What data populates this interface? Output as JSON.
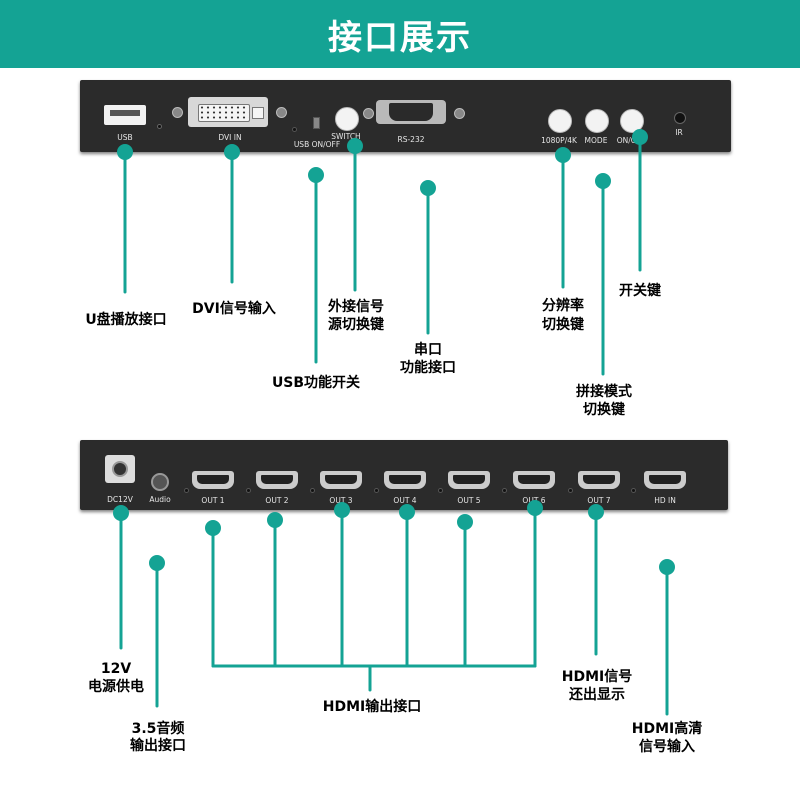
{
  "header": {
    "title": "接口展示"
  },
  "panel_top": {
    "usb": "USB",
    "dvi_in": "DVI IN",
    "usb_onoff": "USB ON/OFF",
    "switch": "SWITCH",
    "rs232": "RS-232",
    "res": "1080P/4K",
    "mode": "MODE",
    "onoff": "ON/OFF",
    "ir": "IR"
  },
  "panel_bottom": {
    "dc": "DC12V",
    "audio": "Audio",
    "outs": [
      "OUT 1",
      "OUT 2",
      "OUT 3",
      "OUT 4",
      "OUT 5",
      "OUT 6",
      "OUT 7"
    ],
    "hd_in": "HD IN"
  },
  "labels": {
    "usb_play_1": "U盘播放接口",
    "dvi_1": "DVI信号输入",
    "src_1": "外接信号",
    "src_2": "源切换键",
    "usb_func_1": "USB功能开关",
    "serial_1": "串口",
    "serial_2": "功能接口",
    "res_1": "分辨率",
    "res_2": "切换键",
    "power_1": "开关键",
    "splice_1": "拼接模式",
    "splice_2": "切换键",
    "dc_1": "12V",
    "dc_2": "电源供电",
    "audio_1": "3.5音频",
    "audio_2": "输出接口",
    "hdmi_out_1": "HDMI输出接口",
    "loop_1": "HDMI信号",
    "loop_2": "还出显示",
    "hdin_1": "HDMI高清",
    "hdin_2": "信号输入"
  },
  "colors": {
    "accent": "#14a394",
    "panel": "#2b2b2b"
  }
}
